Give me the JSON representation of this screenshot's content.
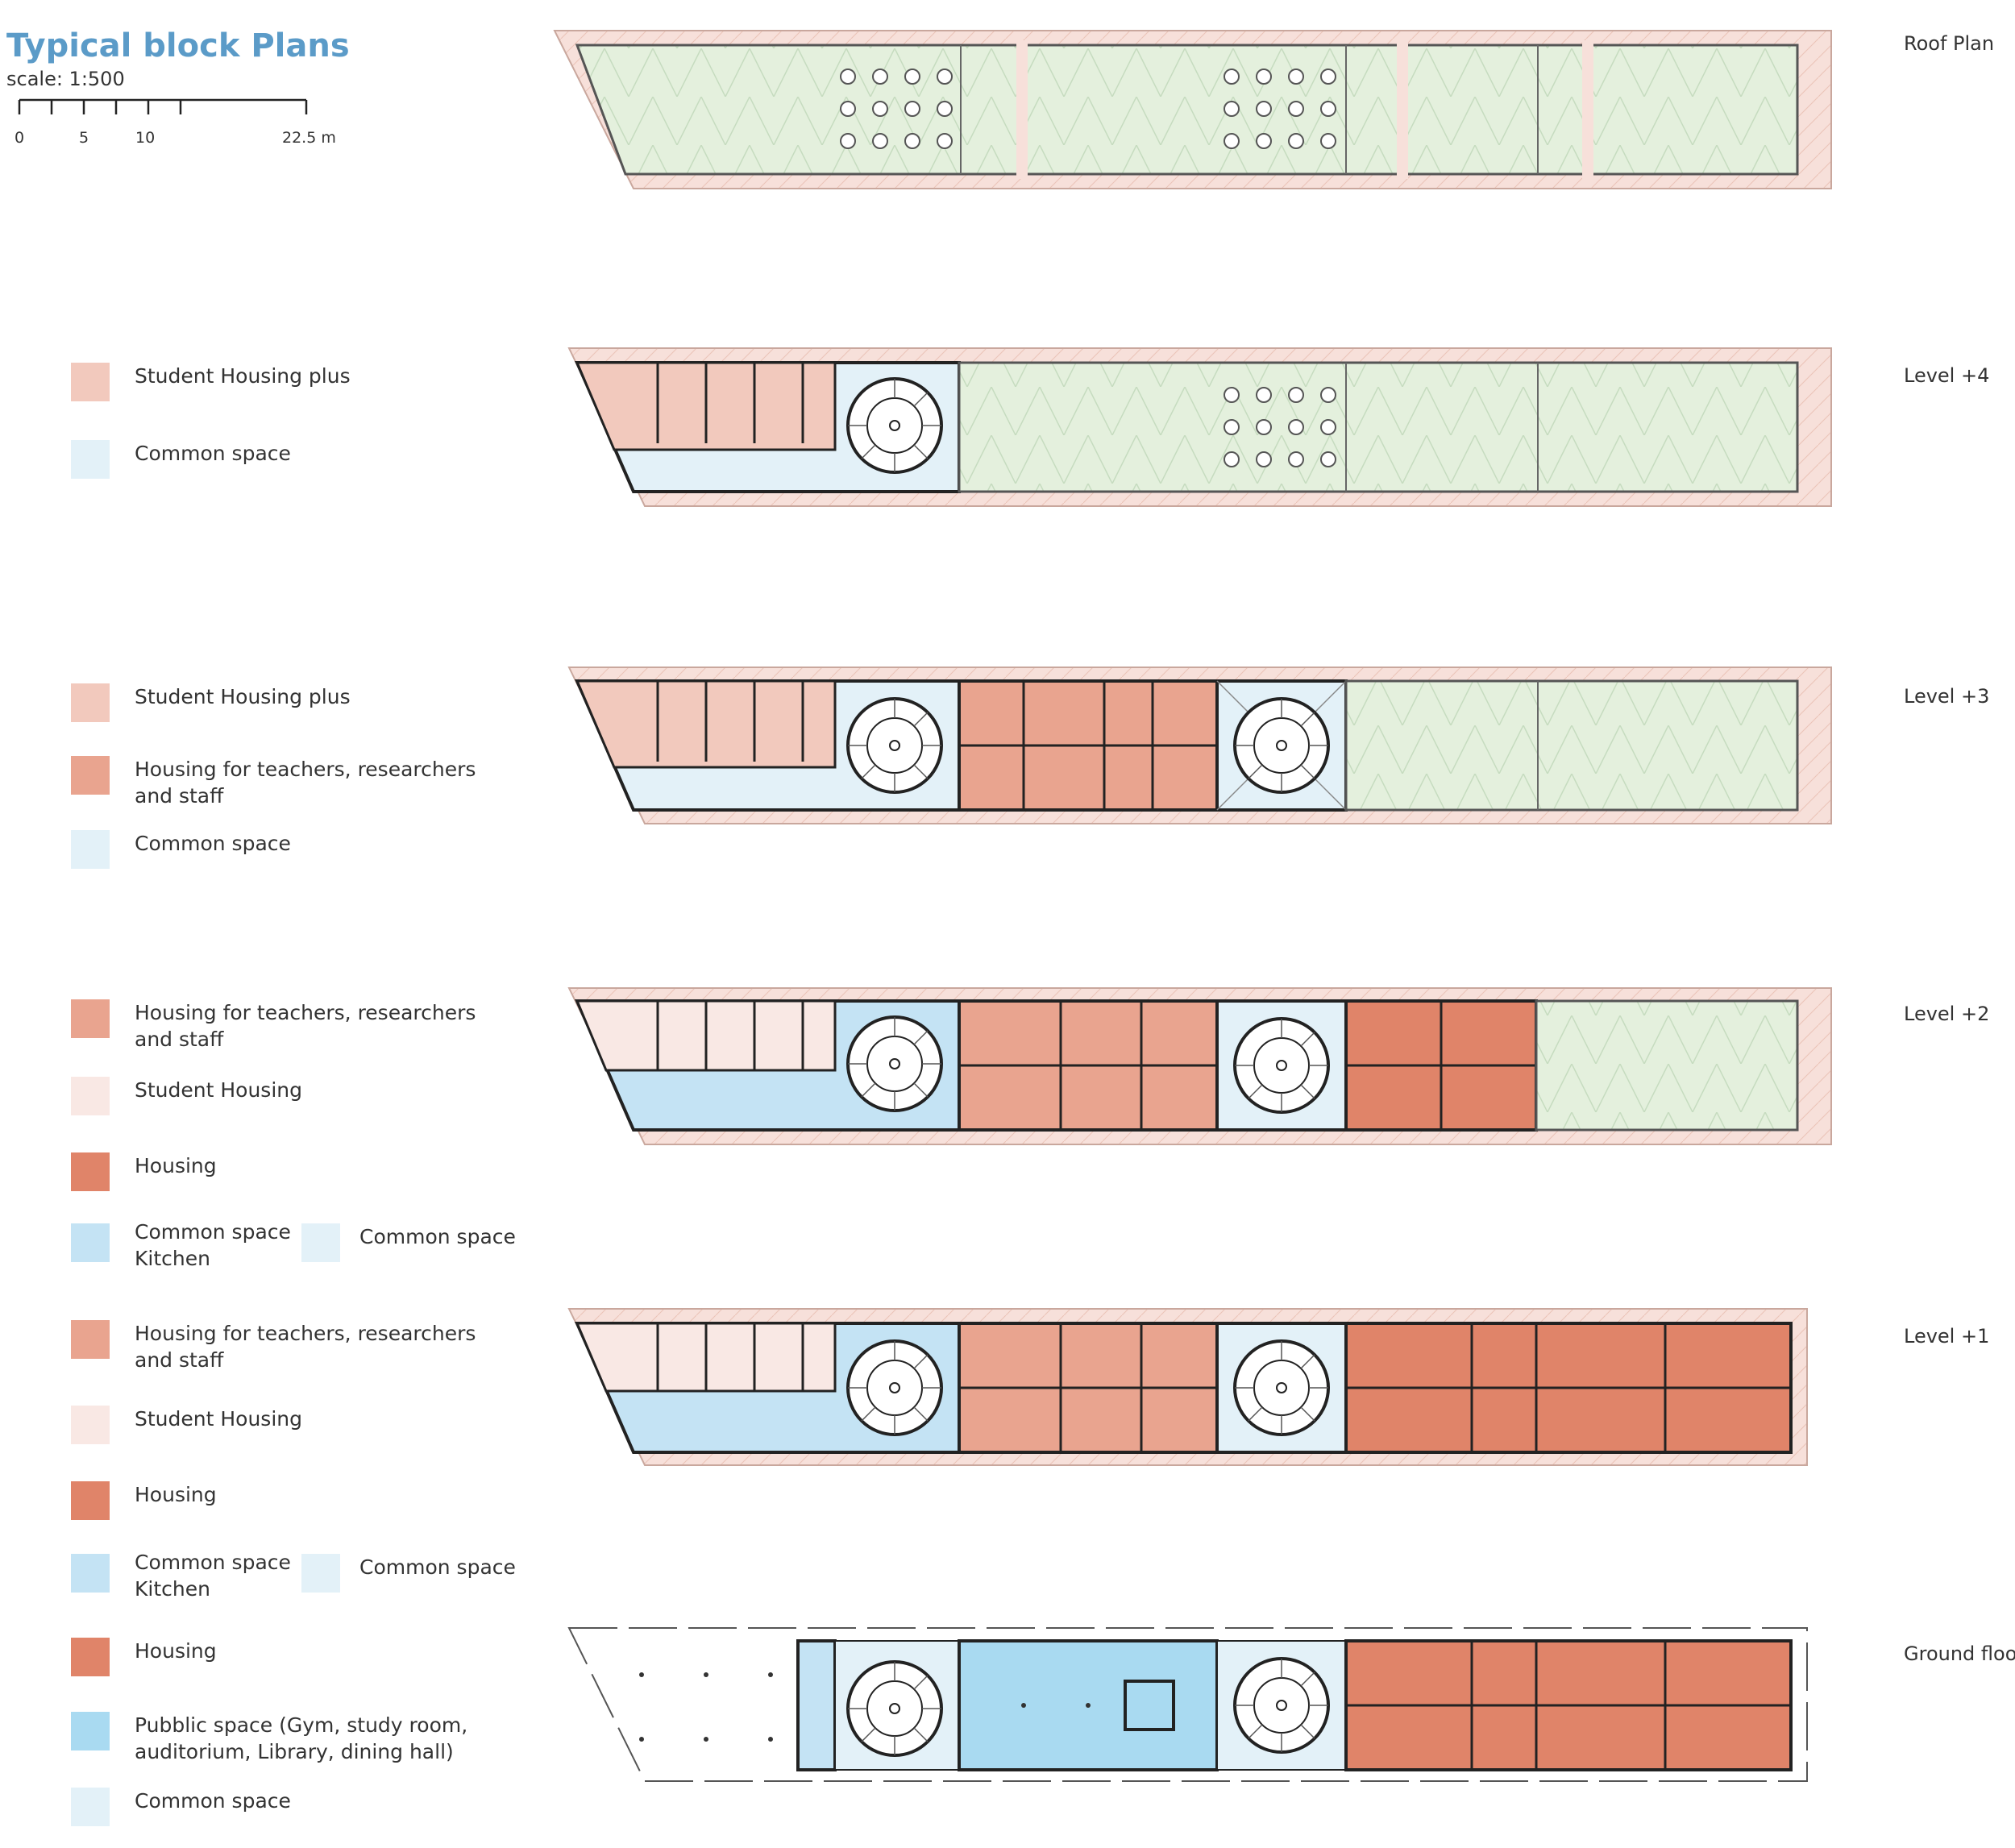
{
  "page": {
    "title": "Typical block Plans",
    "scale_text": "scale: 1:500",
    "scale_ticks": [
      "0",
      "5",
      "10",
      "22.5 m"
    ]
  },
  "colors": {
    "student_housing_plus": "#f2c9bd",
    "teacher_housing": "#e9a48f",
    "student_housing": "#f9e8e4",
    "housing": "#e08469",
    "common_space": "#e3f1f8",
    "common_kitchen": "#c4e3f4",
    "public_space": "#a9daf1",
    "green_roof": "#e4f0dd",
    "frame": "#f7e0da",
    "title_blue": "#5b9bc8"
  },
  "levels": [
    {
      "label": "Roof Plan"
    },
    {
      "label": "Level +4"
    },
    {
      "label": "Level +3"
    },
    {
      "label": "Level +2"
    },
    {
      "label": "Level +1"
    },
    {
      "label": "Ground floor"
    }
  ],
  "legends": {
    "l4": [
      {
        "text": "Student Housing plus",
        "color": "#f2c9bd"
      },
      {
        "text": "Common space",
        "color": "#e3f1f8"
      }
    ],
    "l3": [
      {
        "text": "Student Housing plus",
        "color": "#f2c9bd"
      },
      {
        "text": "Housing for teachers, researchers\nand staff",
        "color": "#e9a48f"
      },
      {
        "text": "Common space",
        "color": "#e3f1f8"
      }
    ],
    "l2": [
      {
        "text": "Housing for teachers, researchers\nand staff",
        "color": "#e9a48f"
      },
      {
        "text": "Student Housing",
        "color": "#f9e8e4"
      },
      {
        "text": "Housing",
        "color": "#e08469"
      },
      {
        "text": "Common space\nKitchen",
        "color": "#c4e3f4"
      },
      {
        "text": "Common space",
        "color": "#e3f1f8"
      }
    ],
    "l1": [
      {
        "text": "Housing for teachers, researchers\nand staff",
        "color": "#e9a48f"
      },
      {
        "text": "Student Housing",
        "color": "#f9e8e4"
      },
      {
        "text": "Housing",
        "color": "#e08469"
      },
      {
        "text": "Common space\nKitchen",
        "color": "#c4e3f4"
      },
      {
        "text": "Common space",
        "color": "#e3f1f8"
      }
    ],
    "gf": [
      {
        "text": "Housing",
        "color": "#e08469"
      },
      {
        "text": "Pubblic space (Gym, study room,\nauditorium, Library, dining hall)",
        "color": "#a9daf1"
      },
      {
        "text": "Common space",
        "color": "#e3f1f8"
      }
    ]
  }
}
